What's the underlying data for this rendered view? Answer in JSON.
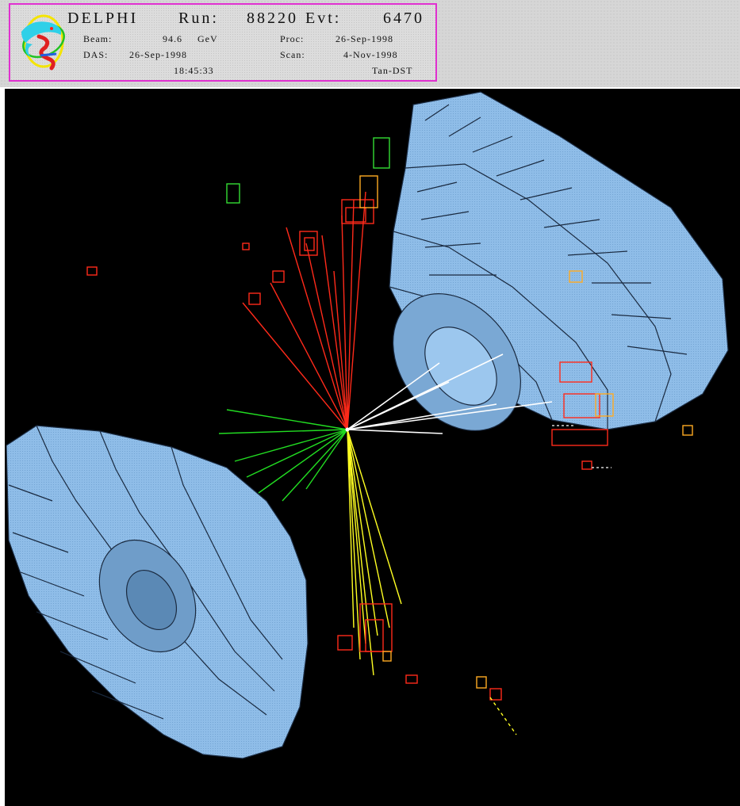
{
  "header": {
    "experiment": "DELPHI",
    "run_label": "Run:",
    "run_value": "88220",
    "evt_label": "Evt:",
    "evt_value": "6470",
    "beam_label": "Beam:",
    "beam_value": "94.6",
    "beam_unit": "GeV",
    "proc_label": "Proc:",
    "proc_value": "26-Sep-1998",
    "das_label": "DAS:",
    "das_value": "26-Sep-1998",
    "scan_label": "Scan:",
    "scan_value": "4-Nov-1998",
    "time_value": "18:45:33",
    "tag_value": "Tan-DST"
  },
  "colors": {
    "frame_border": "#e030d0",
    "background": "#000000",
    "detector": "#87b8e6",
    "jet_red": "#ff2a1a",
    "jet_green": "#22dd22",
    "jet_yellow": "#ffff22",
    "jet_white": "#ffffff"
  },
  "icons": {
    "logo": "delphi-dolphin-logo-icon"
  }
}
